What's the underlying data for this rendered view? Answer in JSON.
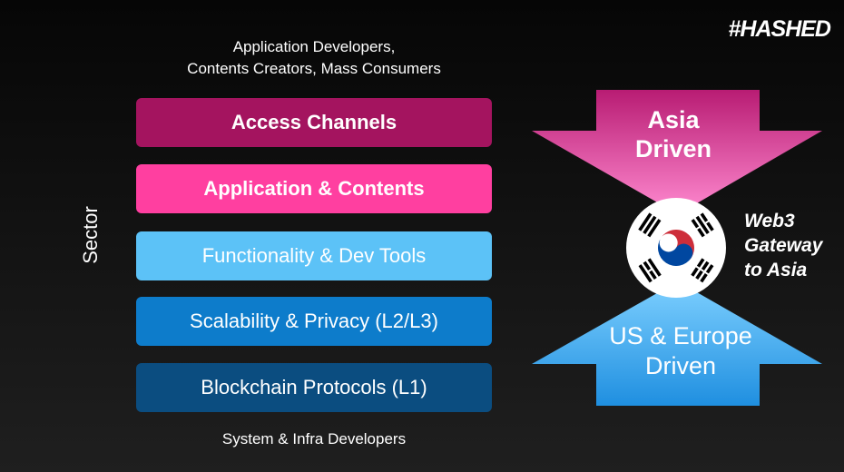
{
  "logo_text": "#HASHED",
  "top_label": [
    "Application Developers,",
    "Contents Creators, Mass Consumers"
  ],
  "bottom_label": "System & Infra Developers",
  "axis_label": "Sector",
  "layers": [
    {
      "label": "Access Channels",
      "color": "#a4145f"
    },
    {
      "label": "Application & Contents",
      "color": "#ff3fa0"
    },
    {
      "label": "Functionality & Dev Tools",
      "color": "#5cc2f7"
    },
    {
      "label": "Scalability & Privacy (L2/L3)",
      "color": "#0d7ccb"
    },
    {
      "label": "Blockchain Protocols (L1)",
      "color": "#0b4d80"
    }
  ],
  "asia_arrow": {
    "lines": [
      "Asia",
      "Driven"
    ],
    "color_top": "#b81c73",
    "color_bottom": "#ff8ad0"
  },
  "us_arrow": {
    "lines": [
      "US & Europe",
      "Driven"
    ],
    "color_top": "#7ed0ff",
    "color_bottom": "#1f8fe0"
  },
  "gateway_text": [
    "Web3",
    "Gateway",
    "to Asia"
  ],
  "flag_icon": "south-korea-flag-icon"
}
